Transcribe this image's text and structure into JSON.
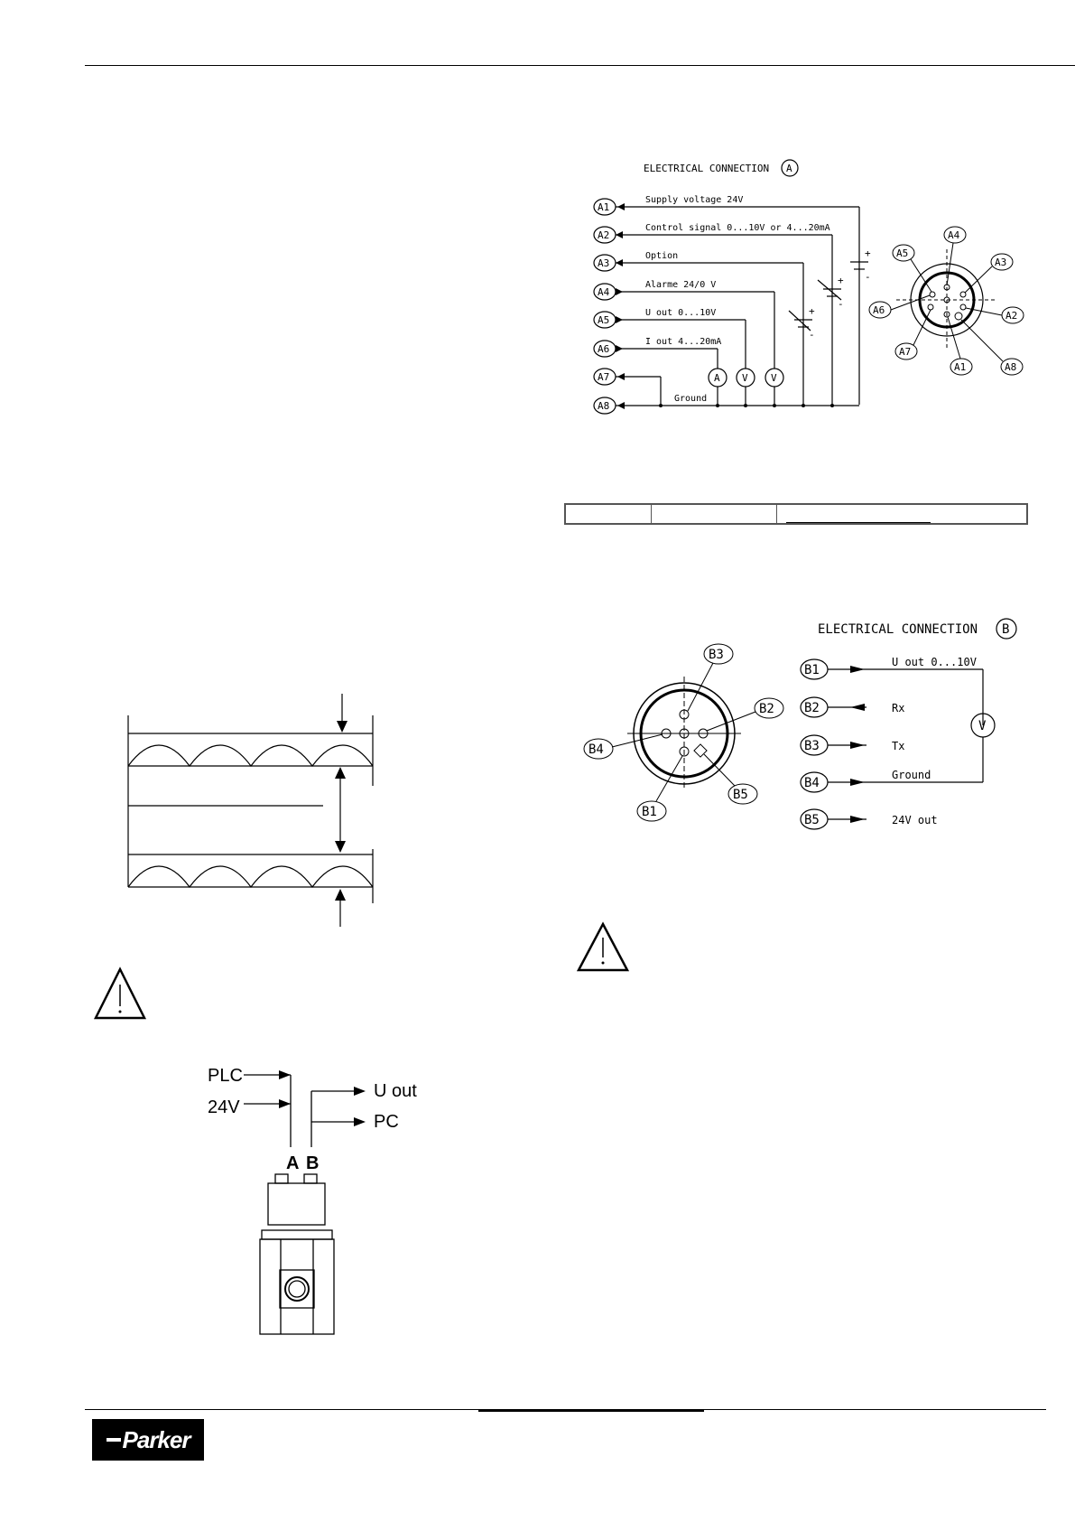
{
  "header": {
    "rule": true
  },
  "conn_a": {
    "title": "ELECTRICAL CONNECTION",
    "title_tag": "A",
    "pins": [
      {
        "id": "A1",
        "label": "Supply voltage  24V"
      },
      {
        "id": "A2",
        "label": "Control signal  0...10V or 4...20mA"
      },
      {
        "id": "A3",
        "label": "Option"
      },
      {
        "id": "A4",
        "label": "Alarme  24/0 V"
      },
      {
        "id": "A5",
        "label": "U out  0...10V"
      },
      {
        "id": "A6",
        "label": "I out  4...20mA"
      },
      {
        "id": "A7",
        "label": ""
      },
      {
        "id": "A8",
        "label": ""
      }
    ],
    "ground": "Ground",
    "meters": [
      "A",
      "V",
      "V"
    ],
    "plus": "+",
    "minus": "-",
    "connector_pins": [
      "A1",
      "A2",
      "A3",
      "A4",
      "A5",
      "A6",
      "A7",
      "A8"
    ]
  },
  "conn_b": {
    "title": "ELECTRICAL CONNECTION",
    "title_tag": "B",
    "pins": [
      {
        "id": "B1",
        "label": "U out  0...10V"
      },
      {
        "id": "B2",
        "label": "Rx"
      },
      {
        "id": "B3",
        "label": "Tx"
      },
      {
        "id": "B4",
        "label": "Ground"
      },
      {
        "id": "B5",
        "label": "24V out"
      }
    ],
    "meter": "V",
    "connector_pins": [
      "B1",
      "B2",
      "B3",
      "B4",
      "B5"
    ]
  },
  "valve": {
    "inputs": [
      "PLC",
      "24V"
    ],
    "outputs": [
      "U out",
      "PC"
    ],
    "ports": [
      "A",
      "B"
    ]
  },
  "footer": {
    "logo": "Parker"
  }
}
